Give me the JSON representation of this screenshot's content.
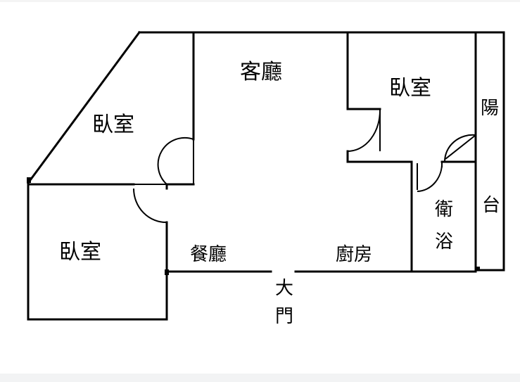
{
  "rooms": {
    "bedroom_upper_left": "臥室",
    "living_room": "客廳",
    "bedroom_upper_right": "臥室",
    "bedroom_lower_left": "臥室",
    "dining_room": "餐廳",
    "kitchen": "廚房",
    "bathroom": [
      "衛",
      "浴"
    ],
    "balcony": [
      "陽",
      "台"
    ],
    "main_door": [
      "大",
      "門"
    ]
  }
}
